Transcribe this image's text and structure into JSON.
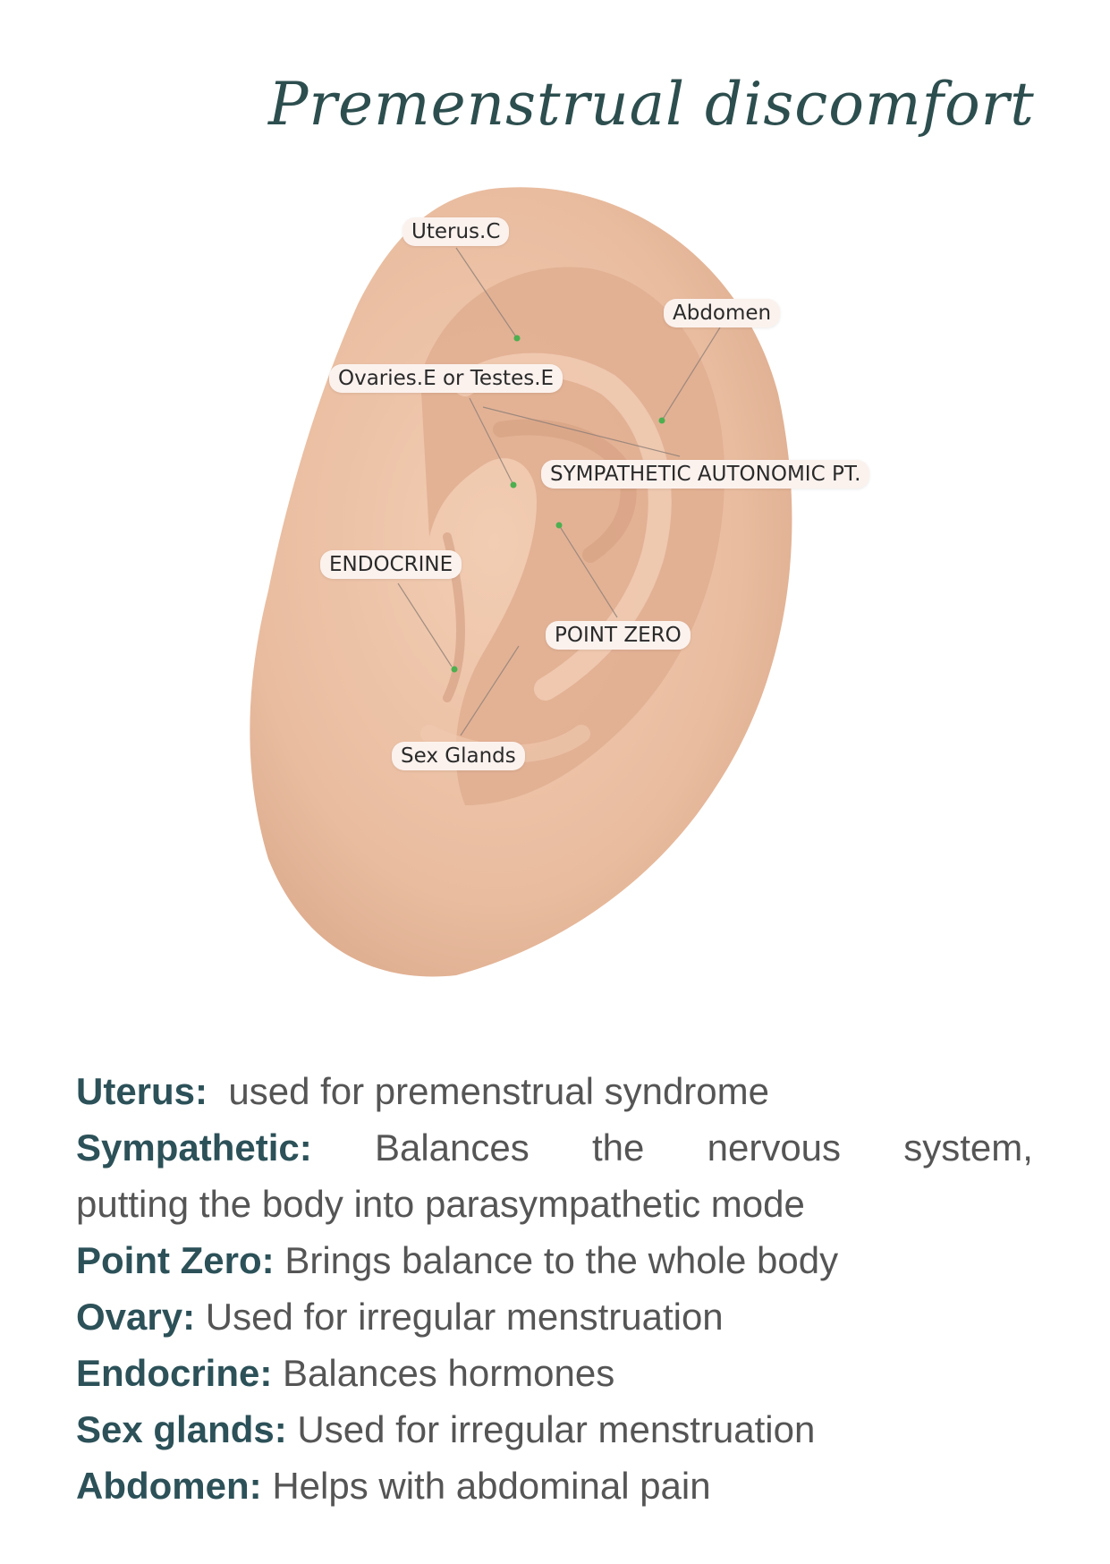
{
  "title": "Premenstrual discomfort",
  "colors": {
    "title": "#2d4e4e",
    "term": "#2c5158",
    "body_text": "#555555",
    "skin": "#e9bc9f",
    "point": "#4caf50"
  },
  "labels": {
    "uterus": "Uterus.C",
    "abdomen": "Abdomen",
    "ovaries": "Ovaries.E or Testes.E",
    "sympathetic": "SYMPATHETIC AUTONOMIC PT.",
    "endocrine": "ENDOCRINE",
    "point_zero": "POINT ZERO",
    "sex_glands": "Sex Glands"
  },
  "legend": [
    {
      "term": "Uterus:",
      "text": "used for premenstrual syndrome"
    },
    {
      "term": "Sympathetic:",
      "words": [
        "Balances",
        "the",
        "nervous",
        "system,"
      ],
      "text2": "putting the body into parasympathetic mode"
    },
    {
      "term": "Point Zero:",
      "text": "Brings balance to the whole body"
    },
    {
      "term": "Ovary:",
      "text": "Used for irregular menstruation"
    },
    {
      "term": "Endocrine:",
      "text": "Balances hormones"
    },
    {
      "term": "Sex glands:",
      "text": "Used for irregular menstruation"
    },
    {
      "term": "Abdomen:",
      "text": "Helps with abdominal pain"
    }
  ]
}
